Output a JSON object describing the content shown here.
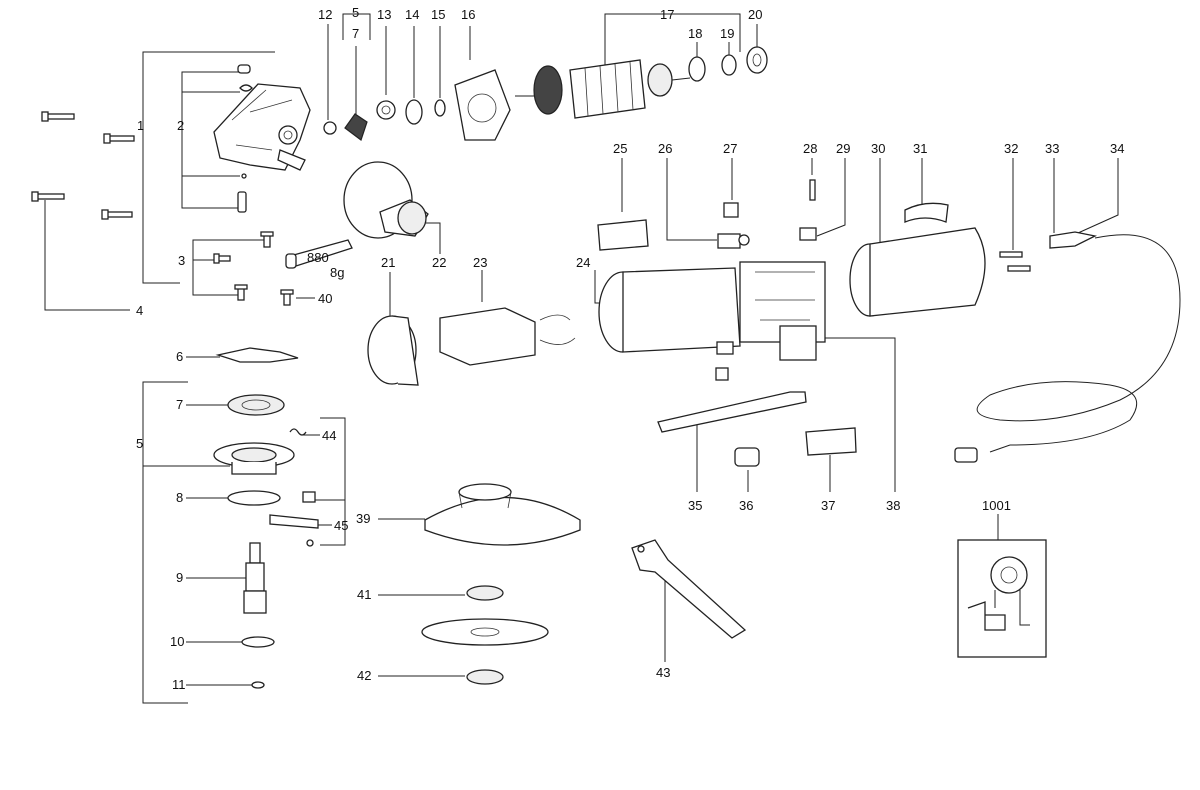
{
  "diagram": {
    "labels": {
      "p1": "1",
      "p2": "2",
      "p3": "3",
      "p4": "4",
      "p5a": "5",
      "p5b": "5",
      "p6": "6",
      "p7a": "7",
      "p7b": "7",
      "p8": "8",
      "p9": "9",
      "p10": "10",
      "p11": "11",
      "p12": "12",
      "p13": "13",
      "p14": "14",
      "p15": "15",
      "p16": "16",
      "p17": "17",
      "p18": "18",
      "p19": "19",
      "p20": "20",
      "p21": "21",
      "p22": "22",
      "p23": "23",
      "p24": "24",
      "p25": "25",
      "p26": "26",
      "p27": "27",
      "p28": "28",
      "p29": "29",
      "p30": "30",
      "p31": "31",
      "p32": "32",
      "p33": "33",
      "p34": "34",
      "p35": "35",
      "p36": "36",
      "p37": "37",
      "p38": "38",
      "p39": "39",
      "p40": "40",
      "p41": "41",
      "p42": "42",
      "p43": "43",
      "p44": "44",
      "p45": "45",
      "p1001": "1001"
    },
    "grease_tube_text": "880",
    "grease_amount": "8g"
  }
}
